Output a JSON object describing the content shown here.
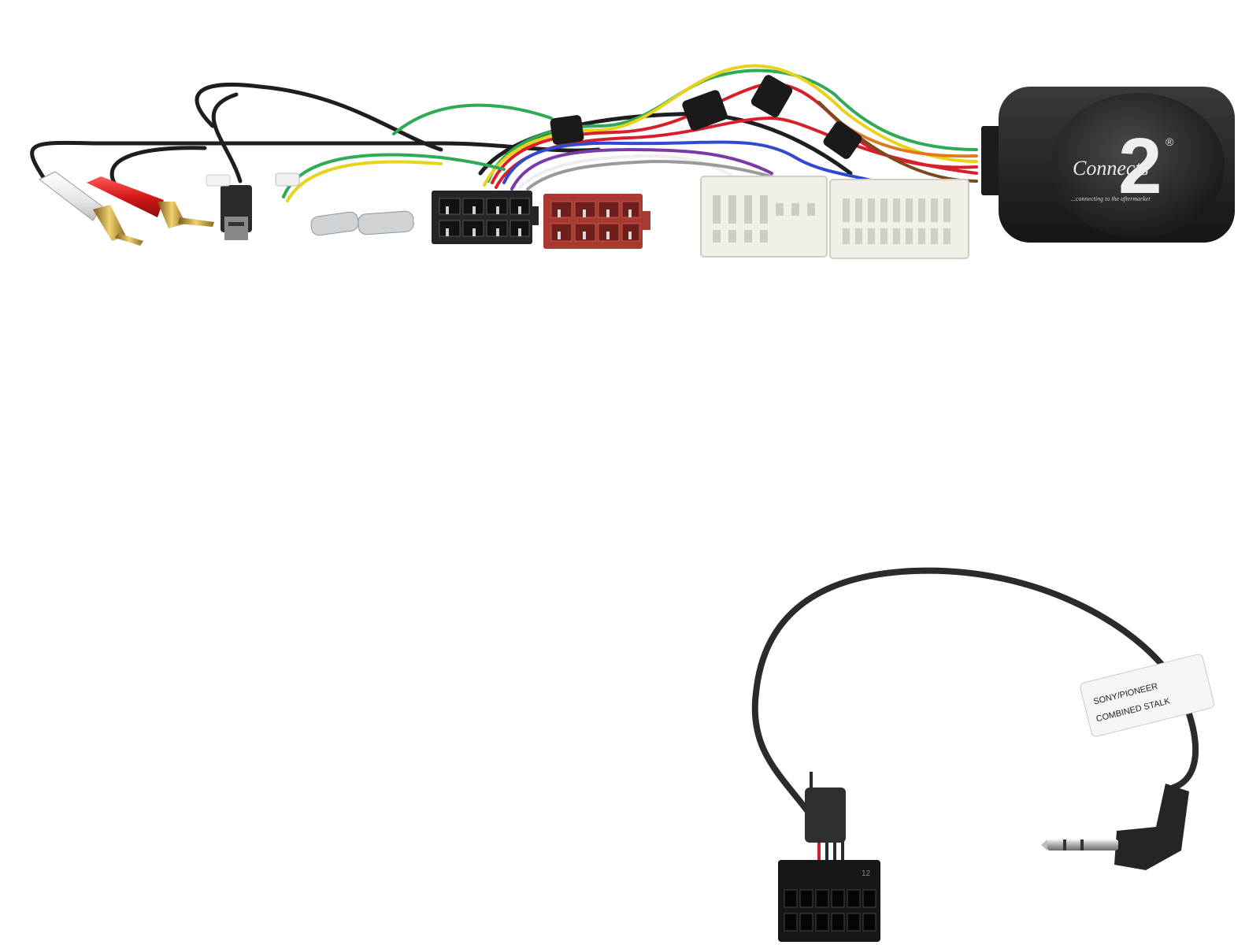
{
  "photo": {
    "background": "#ffffff",
    "module": {
      "brand_digit": "2",
      "brand_word": "Connects",
      "brand_mark": "®",
      "tagline": "...connecting to the aftermarket",
      "body_color": "#2a2a2a"
    },
    "patch_lead": {
      "label_line1": "SONY/PIONEER",
      "label_line2": "COMBINED STALK",
      "connector_marking": "12"
    },
    "wire_colors": {
      "black": "#1e1e1e",
      "green": "#2faa55",
      "yellow": "#e8d21c",
      "red": "#d8202a",
      "blue": "#2d4ad0",
      "purple": "#7a3aa8",
      "white": "#eeeeee",
      "grey": "#9a9a9a",
      "orange": "#e07a20",
      "brown": "#7a4a20"
    },
    "iso_colors": {
      "black": "#262626",
      "red": "#a83a32",
      "white": "#f0efe8"
    }
  }
}
